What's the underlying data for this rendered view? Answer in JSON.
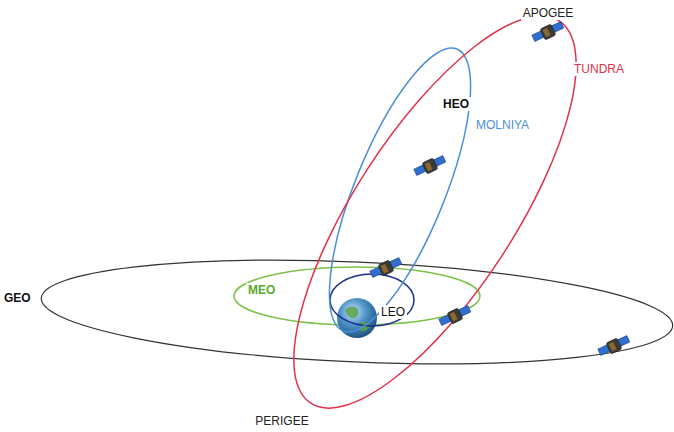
{
  "diagram": {
    "labels": [
      "APOGEE",
      "TUNDRA",
      "HEO",
      "MOLNIYA",
      "GEO",
      "MEO",
      "LEO",
      "PERIGEE"
    ]
  }
}
